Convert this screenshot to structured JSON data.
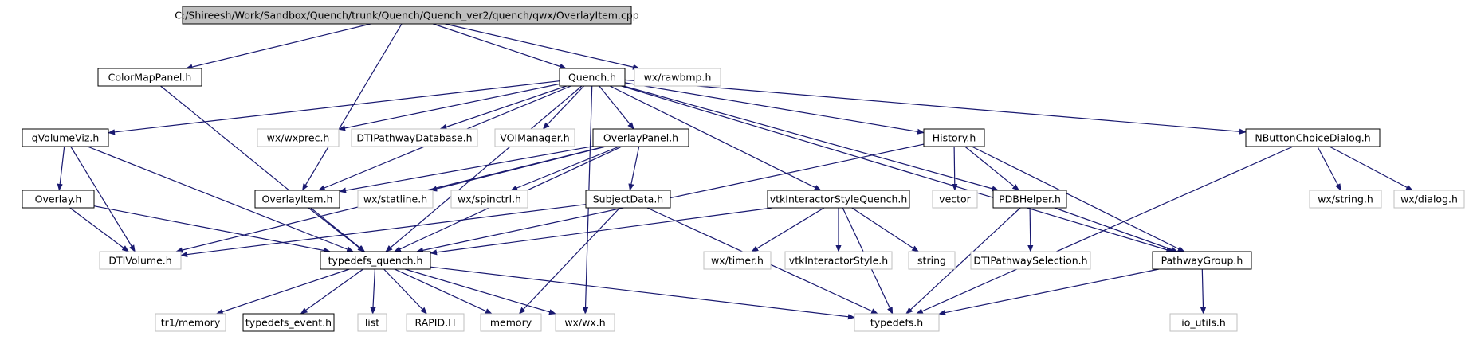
{
  "graph": {
    "nodes": [
      {
        "id": "root",
        "label": "C:/Shireesh/Work/Sandbox/Quench/trunk/Quench/Quench_ver2/quench/qwx/OverlayItem.cpp",
        "style": "root"
      },
      {
        "id": "colormappanel",
        "label": "ColorMapPanel.h",
        "style": "documented"
      },
      {
        "id": "quench",
        "label": "Quench.h",
        "style": "documented"
      },
      {
        "id": "rawbmp",
        "label": "wx/rawbmp.h",
        "style": "external"
      },
      {
        "id": "qvolumeviz",
        "label": "qVolumeViz.h",
        "style": "documented"
      },
      {
        "id": "wxprec",
        "label": "wx/wxprec.h",
        "style": "external"
      },
      {
        "id": "dtipathwaydb",
        "label": "DTIPathwayDatabase.h",
        "style": "external"
      },
      {
        "id": "voimanager",
        "label": "VOIManager.h",
        "style": "external"
      },
      {
        "id": "overlaypanel",
        "label": "OverlayPanel.h",
        "style": "documented"
      },
      {
        "id": "history",
        "label": "History.h",
        "style": "documented"
      },
      {
        "id": "nbutton",
        "label": "NButtonChoiceDialog.h",
        "style": "documented"
      },
      {
        "id": "overlay",
        "label": "Overlay.h",
        "style": "documented"
      },
      {
        "id": "overlayitem",
        "label": "OverlayItem.h",
        "style": "documented"
      },
      {
        "id": "statline",
        "label": "wx/statline.h",
        "style": "external"
      },
      {
        "id": "spinctrl",
        "label": "wx/spinctrl.h",
        "style": "external"
      },
      {
        "id": "subjectdata",
        "label": "SubjectData.h",
        "style": "documented"
      },
      {
        "id": "vtkisq",
        "label": "vtkInteractorStyleQuench.h",
        "style": "documented"
      },
      {
        "id": "vector",
        "label": "vector",
        "style": "external"
      },
      {
        "id": "pdbhelper",
        "label": "PDBHelper.h",
        "style": "documented"
      },
      {
        "id": "wxstring",
        "label": "wx/string.h",
        "style": "external"
      },
      {
        "id": "wxdialog",
        "label": "wx/dialog.h",
        "style": "external"
      },
      {
        "id": "dtivolume",
        "label": "DTIVolume.h",
        "style": "external"
      },
      {
        "id": "typedefsq",
        "label": "typedefs_quench.h",
        "style": "documented"
      },
      {
        "id": "wxtimer",
        "label": "wx/timer.h",
        "style": "external"
      },
      {
        "id": "vtkis",
        "label": "vtkInteractorStyle.h",
        "style": "external"
      },
      {
        "id": "string",
        "label": "string",
        "style": "external"
      },
      {
        "id": "dtipathsel",
        "label": "DTIPathwaySelection.h",
        "style": "external"
      },
      {
        "id": "pathwaygroup",
        "label": "PathwayGroup.h",
        "style": "documented"
      },
      {
        "id": "tr1memory",
        "label": "tr1/memory",
        "style": "external"
      },
      {
        "id": "typedefsevent",
        "label": "typedefs_event.h",
        "style": "documented"
      },
      {
        "id": "list",
        "label": "list",
        "style": "external"
      },
      {
        "id": "rapid",
        "label": "RAPID.H",
        "style": "external"
      },
      {
        "id": "memory",
        "label": "memory",
        "style": "external"
      },
      {
        "id": "wxwx",
        "label": "wx/wx.h",
        "style": "external"
      },
      {
        "id": "typedefs",
        "label": "typedefs.h",
        "style": "external"
      },
      {
        "id": "ioutils",
        "label": "io_utils.h",
        "style": "external"
      }
    ],
    "edges": [
      [
        "root",
        "colormappanel"
      ],
      [
        "root",
        "quench"
      ],
      [
        "root",
        "rawbmp"
      ],
      [
        "root",
        "overlayitem"
      ],
      [
        "colormappanel",
        "typedefsq"
      ],
      [
        "quench",
        "qvolumeviz"
      ],
      [
        "quench",
        "wxprec"
      ],
      [
        "quench",
        "dtipathwaydb"
      ],
      [
        "quench",
        "voimanager"
      ],
      [
        "quench",
        "overlaypanel"
      ],
      [
        "quench",
        "history"
      ],
      [
        "quench",
        "nbutton"
      ],
      [
        "quench",
        "overlayitem"
      ],
      [
        "quench",
        "vtkisq"
      ],
      [
        "quench",
        "pdbhelper"
      ],
      [
        "quench",
        "pathwaygroup"
      ],
      [
        "quench",
        "wxwx"
      ],
      [
        "quench",
        "typedefsq"
      ],
      [
        "qvolumeviz",
        "overlay"
      ],
      [
        "qvolumeviz",
        "dtivolume"
      ],
      [
        "qvolumeviz",
        "typedefsq"
      ],
      [
        "overlay",
        "dtivolume"
      ],
      [
        "overlay",
        "typedefsq"
      ],
      [
        "overlaypanel",
        "overlayitem"
      ],
      [
        "overlaypanel",
        "statline"
      ],
      [
        "overlaypanel",
        "spinctrl"
      ],
      [
        "overlaypanel",
        "subjectdata"
      ],
      [
        "overlaypanel",
        "dtivolume"
      ],
      [
        "overlaypanel",
        "typedefsq"
      ],
      [
        "overlayitem",
        "typedefsq"
      ],
      [
        "subjectdata",
        "dtivolume"
      ],
      [
        "subjectdata",
        "memory"
      ],
      [
        "subjectdata",
        "typedefs"
      ],
      [
        "vtkisq",
        "wxtimer"
      ],
      [
        "vtkisq",
        "vtkis"
      ],
      [
        "vtkisq",
        "string"
      ],
      [
        "vtkisq",
        "typedefs"
      ],
      [
        "vtkisq",
        "typedefsq"
      ],
      [
        "history",
        "vector"
      ],
      [
        "history",
        "pdbhelper"
      ],
      [
        "history",
        "pathwaygroup"
      ],
      [
        "history",
        "typedefsq"
      ],
      [
        "pdbhelper",
        "dtipathsel"
      ],
      [
        "pdbhelper",
        "pathwaygroup"
      ],
      [
        "pdbhelper",
        "typedefs"
      ],
      [
        "pathwaygroup",
        "typedefs"
      ],
      [
        "pathwaygroup",
        "ioutils"
      ],
      [
        "nbutton",
        "wxstring"
      ],
      [
        "nbutton",
        "wxdialog"
      ],
      [
        "nbutton",
        "typedefs"
      ],
      [
        "typedefsq",
        "tr1memory"
      ],
      [
        "typedefsq",
        "typedefsevent"
      ],
      [
        "typedefsq",
        "list"
      ],
      [
        "typedefsq",
        "rapid"
      ],
      [
        "typedefsq",
        "memory"
      ],
      [
        "typedefsq",
        "wxwx"
      ],
      [
        "typedefsq",
        "typedefs"
      ]
    ]
  },
  "colors": {
    "edge": "#191970",
    "root_fill": "#bfbfbf",
    "documented_border": "#000000",
    "external_border": "#bfbfbf",
    "text": "#000000"
  }
}
